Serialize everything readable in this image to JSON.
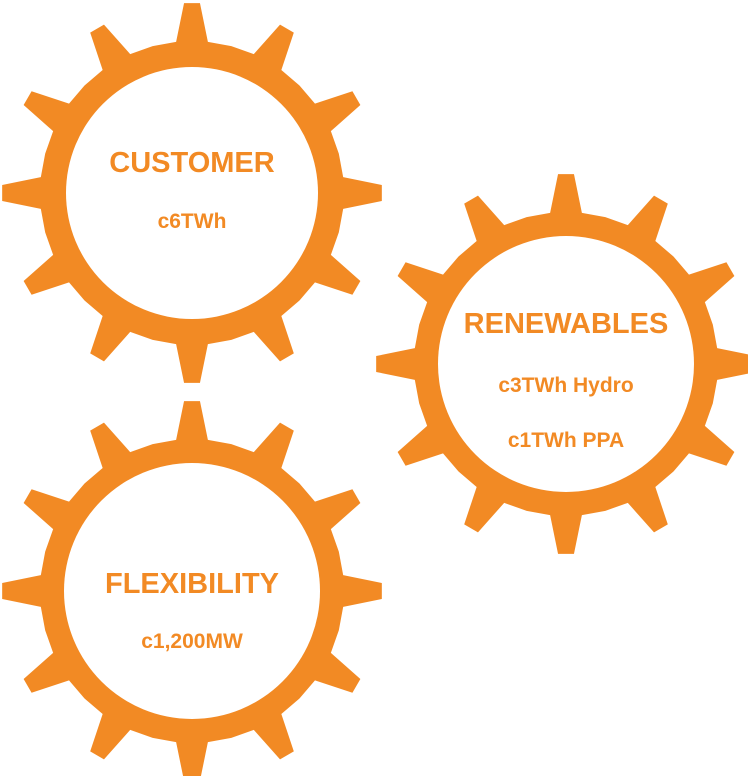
{
  "colors": {
    "gear": "#f28a24",
    "text": "#f28a24",
    "inner": "#ffffff"
  },
  "gears": [
    {
      "id": "customer",
      "title": "CUSTOMER",
      "lines": [
        "c6TWh"
      ]
    },
    {
      "id": "renewables",
      "title": "RENEWABLES",
      "lines": [
        "c3TWh Hydro",
        "c1TWh PPA"
      ]
    },
    {
      "id": "flexibility",
      "title": "FLEXIBILITY",
      "lines": [
        "c1,200MW"
      ]
    }
  ]
}
